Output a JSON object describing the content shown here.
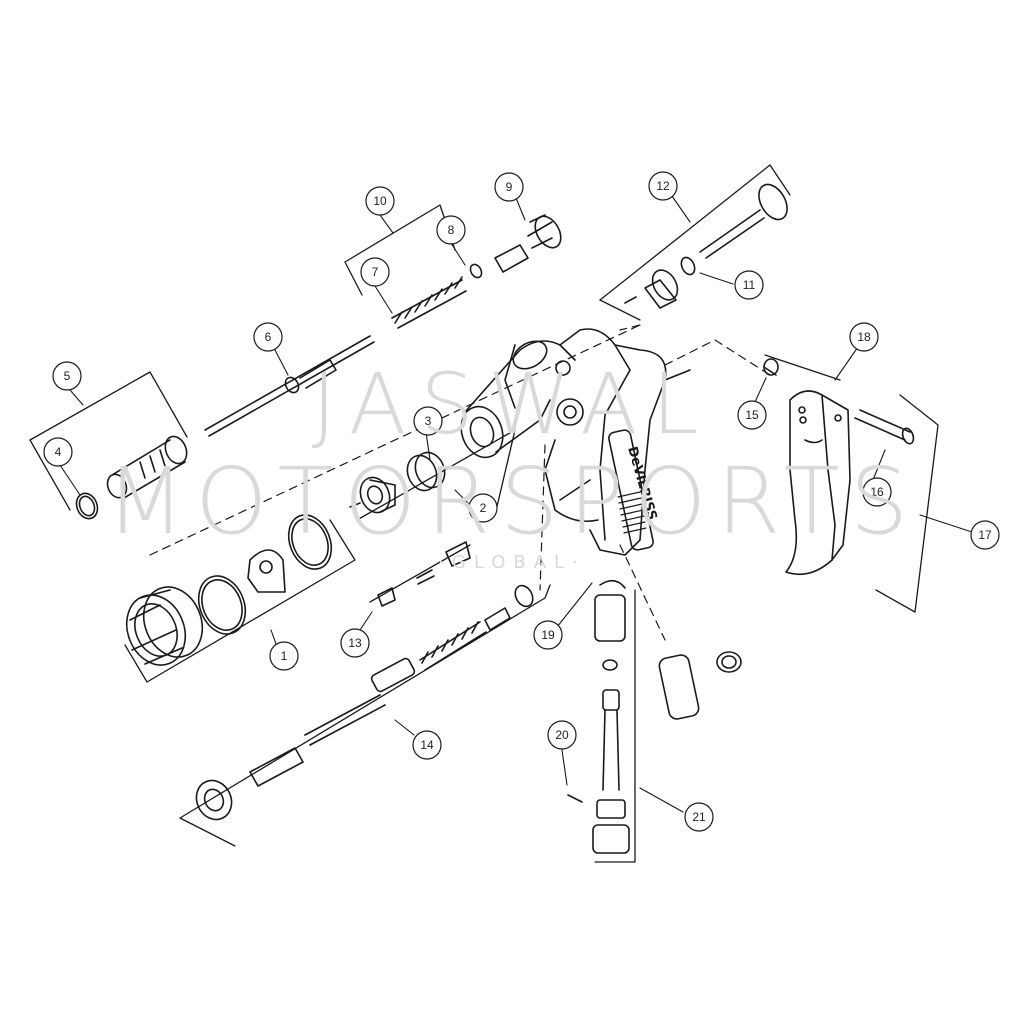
{
  "watermark": {
    "line1": "JASWAL",
    "line2": "MOTORSPORTS",
    "line3": "·GLOBAL·"
  },
  "callouts": [
    {
      "id": "c1",
      "label": "1"
    },
    {
      "id": "c2",
      "label": "2"
    },
    {
      "id": "c3",
      "label": "3"
    },
    {
      "id": "c4",
      "label": "4"
    },
    {
      "id": "c5",
      "label": "5"
    },
    {
      "id": "c6",
      "label": "6"
    },
    {
      "id": "c7",
      "label": "7"
    },
    {
      "id": "c8",
      "label": "8"
    },
    {
      "id": "c9",
      "label": "9"
    },
    {
      "id": "c10",
      "label": "10"
    },
    {
      "id": "c11",
      "label": "11"
    },
    {
      "id": "c12",
      "label": "12"
    },
    {
      "id": "c13",
      "label": "13"
    },
    {
      "id": "c14",
      "label": "14"
    },
    {
      "id": "c15",
      "label": "15"
    },
    {
      "id": "c16",
      "label": "16"
    },
    {
      "id": "c17",
      "label": "17"
    },
    {
      "id": "c18",
      "label": "18"
    },
    {
      "id": "c19",
      "label": "19"
    },
    {
      "id": "c20",
      "label": "20"
    },
    {
      "id": "c21",
      "label": "21"
    }
  ],
  "brand_on_handle": "DeVILBISS",
  "colors": {
    "line": "#1a1a1a",
    "watermark": "#d9d9d9",
    "background": "#ffffff"
  }
}
